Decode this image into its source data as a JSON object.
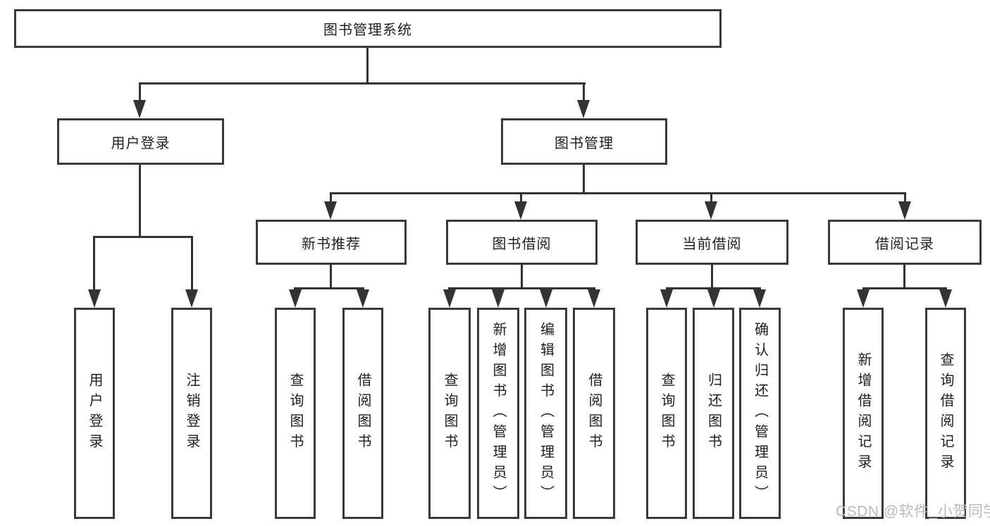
{
  "diagram": {
    "root": {
      "label": "图书管理系统"
    },
    "level2": [
      {
        "id": "user-login",
        "label": "用户登录"
      },
      {
        "id": "book-management",
        "label": "图书管理"
      }
    ],
    "level3": [
      {
        "id": "new-book-recommend",
        "label": "新书推荐",
        "parent": "book-management"
      },
      {
        "id": "book-borrowing",
        "label": "图书借阅",
        "parent": "book-management"
      },
      {
        "id": "current-borrowing",
        "label": "当前借阅",
        "parent": "book-management"
      },
      {
        "id": "borrowing-records",
        "label": "借阅记录",
        "parent": "book-management"
      }
    ],
    "level4": [
      {
        "label": "用户登录",
        "parent": "user-login"
      },
      {
        "label": "注销登录",
        "parent": "user-login"
      },
      {
        "label": "查询图书",
        "parent": "new-book-recommend"
      },
      {
        "label": "借阅图书",
        "parent": "new-book-recommend"
      },
      {
        "label": "查询图书",
        "parent": "book-borrowing"
      },
      {
        "label": "新增图书（管理员）",
        "parent": "book-borrowing"
      },
      {
        "label": "编辑图书（管理员）",
        "parent": "book-borrowing"
      },
      {
        "label": "借阅图书",
        "parent": "book-borrowing"
      },
      {
        "label": "查询图书",
        "parent": "current-borrowing"
      },
      {
        "label": "归还图书",
        "parent": "current-borrowing"
      },
      {
        "label": "确认归还（管理员）",
        "parent": "current-borrowing"
      },
      {
        "label": "新增借阅记录",
        "parent": "borrowing-records"
      },
      {
        "label": "查询借阅记录",
        "parent": "borrowing-records"
      }
    ]
  },
  "watermark": {
    "text": "CSDN @软件_小贺同学",
    "color": "#b9b9bd"
  },
  "colors": {
    "line": "#333333",
    "box_border": "#3a3a3e",
    "text": "#1f1f1f",
    "background": "#ffffff"
  }
}
